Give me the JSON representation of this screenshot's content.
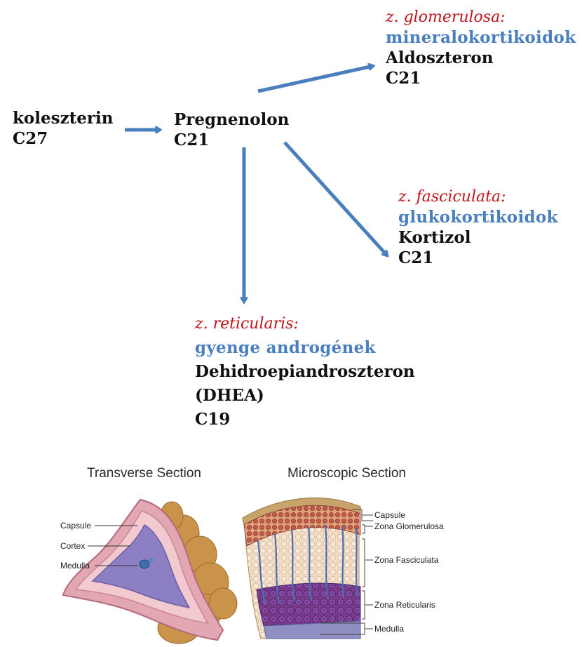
{
  "pathway": {
    "cholesterol": {
      "name": "koleszterin",
      "carbons": "C27"
    },
    "pregnenolone": {
      "name": "Pregnenolon",
      "carbons": "C21"
    },
    "glomerulosa": {
      "zone": "z. glomerulosa:",
      "class": "mineralokortikoidok",
      "name": "Aldoszteron",
      "carbons": "C21"
    },
    "fasciculata": {
      "zone": "z. fasciculata:",
      "class": "glukokortikoidok",
      "name": "Kortizol",
      "carbons": "C21"
    },
    "reticularis": {
      "zone": "z. reticularis:",
      "class": "gyenge androgének",
      "name": "Dehidroepiandroszteron",
      "name2": "(DHEA)",
      "carbons": "C19"
    }
  },
  "colors": {
    "arrow": "#4a7fbf",
    "zone_text": "#c0141c",
    "class_text": "#4a7fbf",
    "name_text": "#111111"
  },
  "anatomy": {
    "transverse": {
      "title": "Transverse Section",
      "labels": {
        "capsule": "Capsule",
        "cortex": "Cortex",
        "medulla": "Medulla"
      }
    },
    "microscopic": {
      "title": "Microscopic Section",
      "labels": {
        "capsule": "Capsule",
        "glomerulosa": "Zona Glomerulosa",
        "fasciculata": "Zona Fasciculata",
        "reticularis": "Zona Reticularis",
        "medulla": "Medulla"
      }
    }
  }
}
